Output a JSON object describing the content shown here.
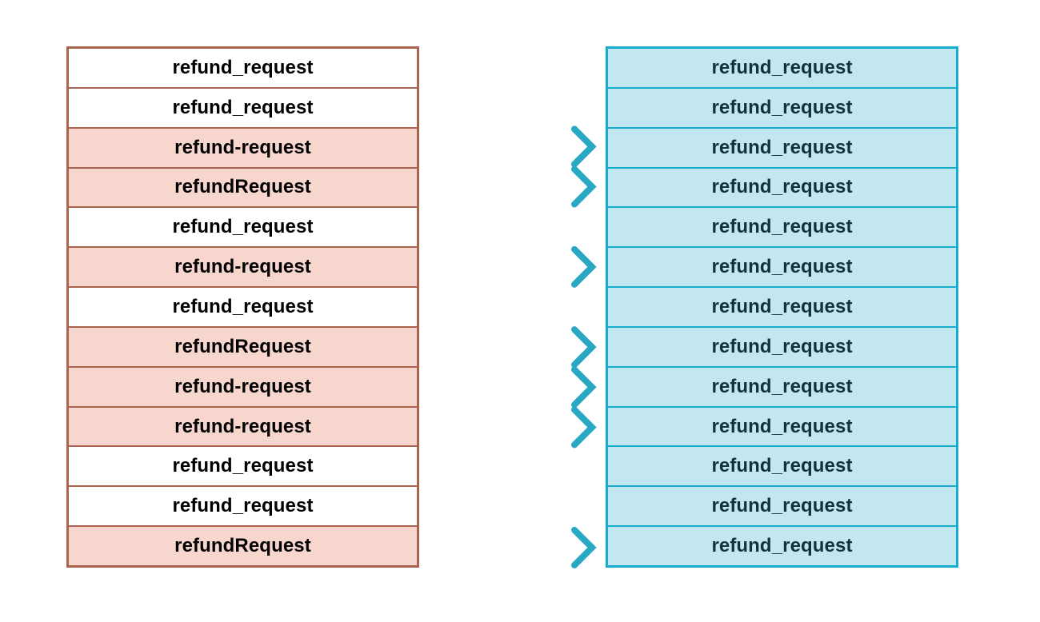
{
  "diagram": {
    "type": "two-column-mapping",
    "description": "Left column of inconsistent event-name variants mapped by arrows to a right column of normalized names",
    "colors": {
      "left_border": "#a9634e",
      "left_row_highlight": "#f7d6cd",
      "left_row_plain": "#ffffff",
      "left_text": "#000000",
      "right_border": "#17abcc",
      "right_row_fill": "#c2e7f0",
      "right_text": "#10333c",
      "arrow_start": "#e8622d",
      "arrow_end": "#29a8c4",
      "background": "#ffffff"
    }
  },
  "left_table": {
    "rows": [
      {
        "label": "refund_request",
        "highlighted": false,
        "has_arrow": false
      },
      {
        "label": "refund_request",
        "highlighted": false,
        "has_arrow": false
      },
      {
        "label": "refund-request",
        "highlighted": true,
        "has_arrow": true
      },
      {
        "label": "refundRequest",
        "highlighted": true,
        "has_arrow": true
      },
      {
        "label": "refund_request",
        "highlighted": false,
        "has_arrow": false
      },
      {
        "label": "refund-request",
        "highlighted": true,
        "has_arrow": true
      },
      {
        "label": "refund_request",
        "highlighted": false,
        "has_arrow": false
      },
      {
        "label": "refundRequest",
        "highlighted": true,
        "has_arrow": true
      },
      {
        "label": "refund-request",
        "highlighted": true,
        "has_arrow": true
      },
      {
        "label": "refund-request",
        "highlighted": true,
        "has_arrow": true
      },
      {
        "label": "refund_request",
        "highlighted": false,
        "has_arrow": false
      },
      {
        "label": "refund_request",
        "highlighted": false,
        "has_arrow": false
      },
      {
        "label": "refundRequest",
        "highlighted": true,
        "has_arrow": true
      }
    ]
  },
  "right_table": {
    "rows": [
      {
        "label": "refund_request"
      },
      {
        "label": "refund_request"
      },
      {
        "label": "refund_request"
      },
      {
        "label": "refund_request"
      },
      {
        "label": "refund_request"
      },
      {
        "label": "refund_request"
      },
      {
        "label": "refund_request"
      },
      {
        "label": "refund_request"
      },
      {
        "label": "refund_request"
      },
      {
        "label": "refund_request"
      },
      {
        "label": "refund_request"
      },
      {
        "label": "refund_request"
      },
      {
        "label": "refund_request"
      }
    ]
  },
  "arrows": {
    "count": 7,
    "source_row_indices": [
      2,
      3,
      5,
      7,
      8,
      9,
      12
    ],
    "icon": "arrow-right-icon"
  }
}
